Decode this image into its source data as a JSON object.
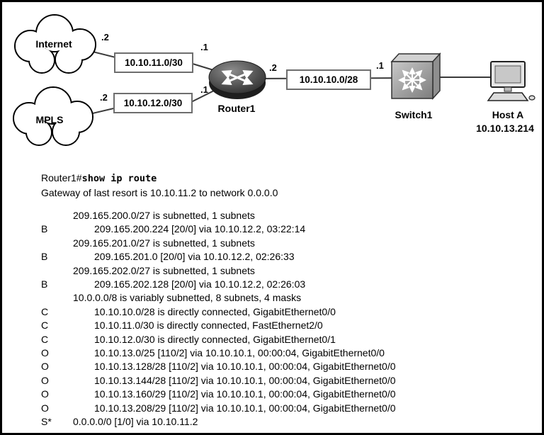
{
  "diagram": {
    "internet_cloud_label": "Internet",
    "mpls_cloud_label": "MPLS",
    "router_label": "Router1",
    "switch_label": "Switch1",
    "host_label": "Host A",
    "host_ip": "10.10.13.214",
    "subnet_internet": "10.10.11.0/30",
    "subnet_mpls": "10.10.12.0/30",
    "subnet_lan": "10.10.10.0/28",
    "if_internet_far": ".2",
    "if_internet_near": ".1",
    "if_mpls_far": ".2",
    "if_mpls_near": ".1",
    "if_lan_router": ".2",
    "if_lan_switch": ".1"
  },
  "cli": {
    "prompt": "Router1#",
    "command": "show ip route",
    "gateway_line": "Gateway of last resort is 10.10.11.2 to network 0.0.0.0",
    "routes": [
      {
        "code": "",
        "text": "209.165.200.0/27 is subnetted, 1 subnets"
      },
      {
        "code": "B",
        "text": "209.165.200.224 [20/0] via 10.10.12.2, 03:22:14"
      },
      {
        "code": "",
        "text": "209.165.201.0/27 is subnetted, 1 subnets"
      },
      {
        "code": "B",
        "text": "209.165.201.0 [20/0] via 10.10.12.2, 02:26:33"
      },
      {
        "code": "",
        "text": "209.165.202.0/27 is subnetted, 1 subnets"
      },
      {
        "code": "B",
        "text": "209.165.202.128 [20/0] via 10.10.12.2, 02:26:03"
      },
      {
        "code": "",
        "text": "10.0.0.0/8 is variably subnetted, 8 subnets, 4 masks"
      },
      {
        "code": "C",
        "text": "10.10.10.0/28 is directly connected, GigabitEthernet0/0"
      },
      {
        "code": "C",
        "text": "10.10.11.0/30 is directly connected, FastEthernet2/0"
      },
      {
        "code": "C",
        "text": "10.10.12.0/30 is directly connected, GigabitEthernet0/1"
      },
      {
        "code": "O",
        "text": "10.10.13.0/25 [110/2] via 10.10.10.1, 00:00:04, GigabitEthernet0/0"
      },
      {
        "code": "O",
        "text": "10.10.13.128/28 [110/2] via 10.10.10.1, 00:00:04, GigabitEthernet0/0"
      },
      {
        "code": "O",
        "text": "10.10.13.144/28 [110/2] via 10.10.10.1, 00:00:04, GigabitEthernet0/0"
      },
      {
        "code": "O",
        "text": "10.10.13.160/29 [110/2] via 10.10.10.1, 00:00:04, GigabitEthernet0/0"
      },
      {
        "code": "O",
        "text": "10.10.13.208/29 [110/2] via 10.10.10.1, 00:00:04, GigabitEthernet0/0"
      },
      {
        "code": "S*",
        "text": "0.0.0.0/0 [1/0] via 10.10.11.2"
      }
    ]
  }
}
